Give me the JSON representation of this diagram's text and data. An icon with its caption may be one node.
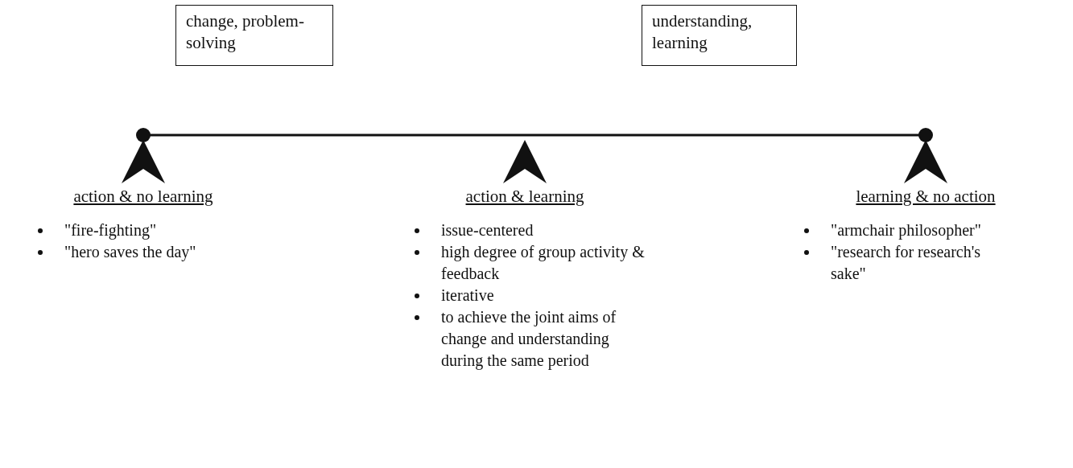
{
  "diagram": {
    "nodes": [
      {
        "text": [
          "change, problem-solving"
        ]
      },
      {
        "text": [
          "understanding, learning"
        ]
      }
    ],
    "edges": [],
    "labels": [
      "action & no learning",
      "\"fire-fighting\"",
      "\"hero saves the day\"",
      "action & learning",
      "issue-centered",
      "high degree of group activity & feedback",
      "iterative",
      "to achieve the joint aims of change and understanding during the same period",
      "learning & no action",
      "\"armchair philosopher\"",
      "\"research for research's sake\""
    ]
  }
}
